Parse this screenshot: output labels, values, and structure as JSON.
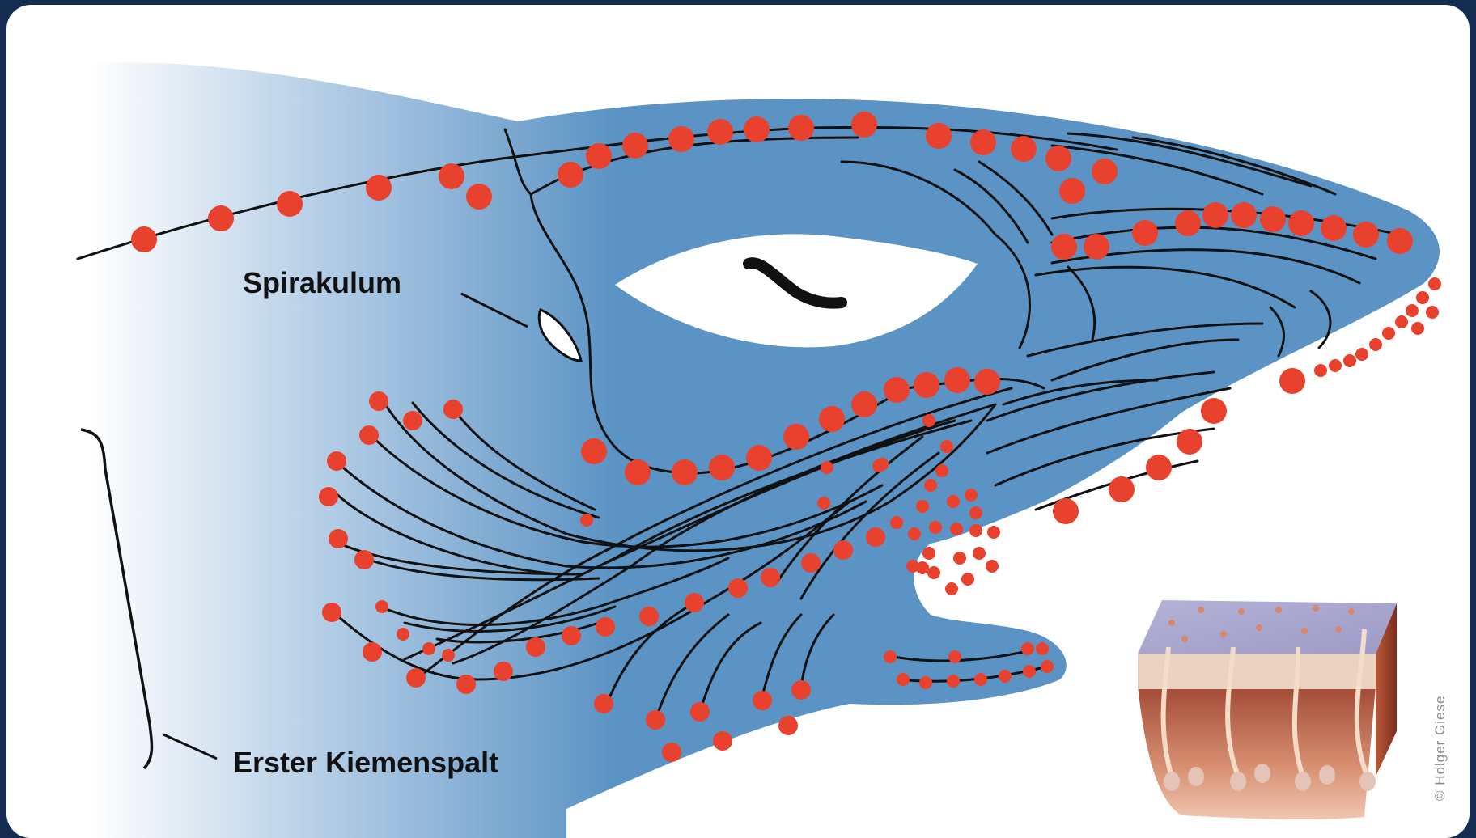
{
  "labels": {
    "spiracle": "Spirakulum",
    "first_gill_slit": "Erster Kiemenspalt"
  },
  "credit": "© Holger Giese",
  "colors": {
    "background": "#132c4f",
    "body": "#5b93c4",
    "pore": "#e8412e",
    "canal": "#111111"
  }
}
